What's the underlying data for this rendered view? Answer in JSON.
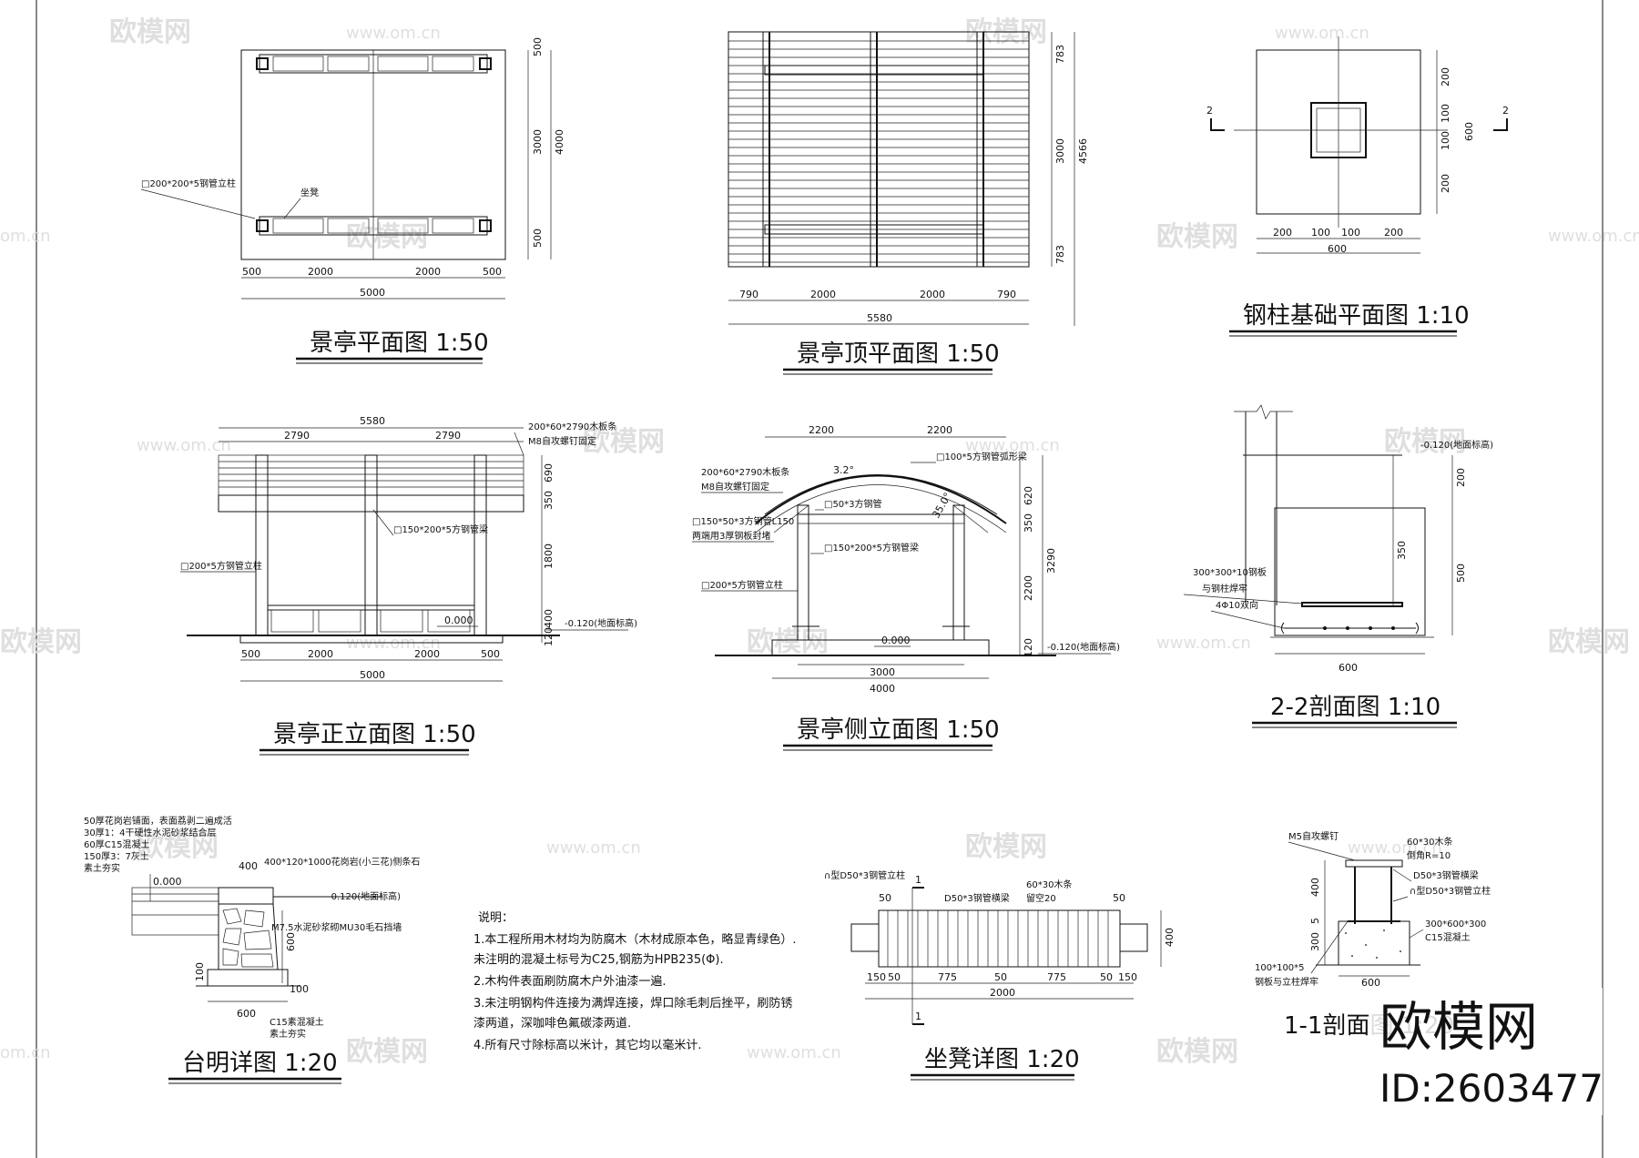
{
  "drawings": {
    "plan": {
      "title": "景亭平面图  1:50",
      "dims_bottom": [
        "500",
        "2000",
        "2000",
        "500"
      ],
      "dims_total": "5000",
      "dims_right": [
        "500",
        "3000",
        "500"
      ],
      "dims_right_total": "4000",
      "label_column": "□200*200*5钢管立柱",
      "label_bench": "坐凳"
    },
    "roof": {
      "title": "景亭顶平面图  1:50",
      "dims_bottom": [
        "790",
        "2000",
        "2000",
        "790"
      ],
      "dims_total": "5580",
      "dims_right": [
        "783",
        "3000",
        "783"
      ],
      "dims_right_total": "4566"
    },
    "foundation": {
      "title": "钢柱基础平面图  1:10",
      "dims_bottom": [
        "200",
        "100",
        "100",
        "200"
      ],
      "dims_total": "600",
      "dims_right": [
        "200",
        "100",
        "100",
        "200"
      ],
      "dims_right_total": "600",
      "section_mark": "2"
    },
    "front": {
      "title": "景亭正立面图  1:50",
      "dims_top_total": "5580",
      "dims_top": [
        "2790",
        "2790"
      ],
      "dims_bottom": [
        "500",
        "2000",
        "2000",
        "500"
      ],
      "dims_total": "5000",
      "dims_right": [
        "690",
        "350",
        "1800",
        "400",
        "120"
      ],
      "label_timber": "200*60*2790木板条",
      "label_screw": "M8自攻螺钉固定",
      "label_beam": "□150*200*5方钢管梁",
      "label_column": "□200*5方钢管立柱",
      "level_ground": "-0.120(地面标高)",
      "level_zero": "0.000"
    },
    "side": {
      "title": "景亭侧立面图  1:50",
      "dims_top": [
        "2200",
        "2200"
      ],
      "dims_bottom_inner": "3000",
      "dims_bottom": "4000",
      "dims_right": [
        "620",
        "350",
        "2200",
        "120"
      ],
      "dims_right_total": "3290",
      "label_timber": "200*60*2790木板条",
      "label_screw": "M8自攻螺钉固定",
      "label_rect_tube": "□100*5方钢管弧形梁",
      "label_tube50": "□50*3方钢管",
      "label_150x50": "□150*50*3方钢管L150",
      "label_weld": "两端用3厚钢板封堵",
      "label_beam": "□150*200*5方钢管梁",
      "label_column": "□200*5方钢管立柱",
      "angle": "3.2°",
      "angle2": "35.0°",
      "level_ground": "-0.120(地面标高)",
      "level_zero": "0.000"
    },
    "section22": {
      "title": "2-2剖面图  1:10",
      "level": "-0.120(地面标高)",
      "dims_right": [
        "200",
        "500"
      ],
      "dim_350": "350",
      "label_plate": "300*300*10钢板",
      "label_weld": "与钢柱焊牢",
      "label_bar": "4Φ10双向",
      "dims_bottom": "600"
    },
    "platform": {
      "title": "台明详图  1:20",
      "layers": [
        "50厚花岗岩铺面，表面荔剥二遍成活",
        "30厚1：4干硬性水泥砂浆结合层",
        "60厚C15混凝土",
        "150厚3：7灰土",
        "素土夯实"
      ],
      "label_curb": "400*120*1000花岗岩(小三花)侧条石",
      "label_wall": "M7.5水泥砂浆砌MU30毛石挡墙",
      "label_concrete": "C15素混凝土",
      "label_soil": "素土夯实",
      "level_zero": "0.000",
      "level_ground": "-0.120(地面标高)",
      "dims": [
        "400",
        "600",
        "100",
        "100",
        "600"
      ]
    },
    "notes": {
      "heading": "说明：",
      "lines": [
        "1.本工程所用木材均为防腐木（木材成原本色，略显青绿色）.",
        "  未注明的混凝土标号为C25,钢筋为HPB235(Φ).",
        "2.木构件表面刷防腐木户外油漆一遍.",
        "3.未注明钢构件连接为满焊连接，焊口除毛刺后挫平，刷防锈",
        "  漆两道，深咖啡色氟碳漆两道.",
        "4.所有尺寸除标高以米计，其它均以毫米计."
      ]
    },
    "bench": {
      "title": "坐凳详图  1:20",
      "label_pipe": "∩型D50*3钢管立柱",
      "label_beam": "D50*3钢管横梁",
      "label_slat": "60*30木条",
      "label_gap": "留空20",
      "section_mark": "1",
      "dims_bottom": [
        "150",
        "50",
        "775",
        "50",
        "775",
        "50",
        "150"
      ],
      "dims_total": "2000",
      "dim_right": "400",
      "dim_50a": "50",
      "dim_50b": "50"
    },
    "section11": {
      "title": "1-1剖面图  1:20",
      "label_screw": "M5自攻螺钉",
      "label_slat": "60*30木条",
      "label_r": "倒角R=10",
      "label_beam": "D50*3钢管横梁",
      "label_pipe": "∩型D50*3钢管立柱",
      "label_found": "300*600*300",
      "label_c15": "C15混凝土",
      "label_plate": "100*100*5",
      "label_weld": "钢板与立柱焊牢",
      "dims_left": [
        "400",
        "300",
        "5"
      ],
      "dims_bottom": "600"
    }
  },
  "watermark": {
    "brand": "欧模网",
    "url": "www.om.cn",
    "url_short": "om.cn",
    "big_brand": "欧模网",
    "id": "ID:2603477"
  }
}
